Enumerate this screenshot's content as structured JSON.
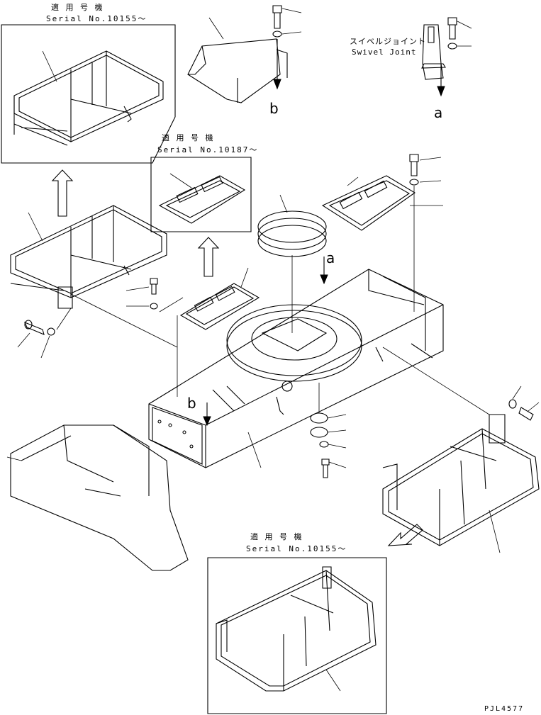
{
  "frames": {
    "top_left": {
      "applicable": "適 用 号 機",
      "serial": "Serial No.10155～"
    },
    "middle": {
      "applicable": "適 用 号 機",
      "serial": "Serial No.10187～"
    },
    "bottom": {
      "applicable": "適 用 号 機",
      "serial": "Serial No.10155～"
    }
  },
  "swivel": {
    "jp": "スイベルジョイント",
    "en": "Swivel Joint"
  },
  "refs": {
    "a_top": "a",
    "b_top": "b",
    "a_mid": "a",
    "b_mid": "b"
  },
  "drawing_code": "PJL4577"
}
